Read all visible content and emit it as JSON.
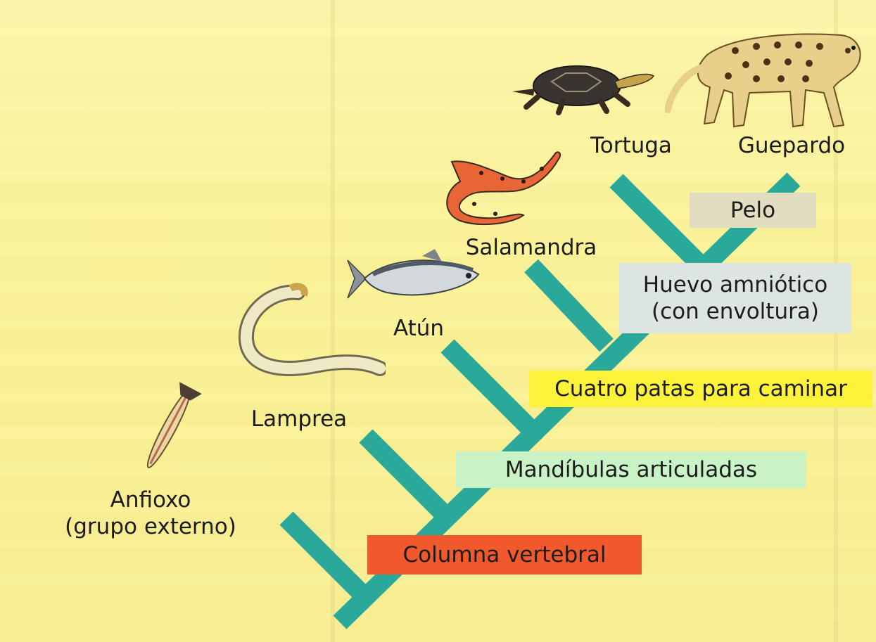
{
  "taxa": [
    {
      "id": "anfioxo",
      "name": "Anfioxo",
      "note": "(grupo externo)"
    },
    {
      "id": "lamprea",
      "name": "Lamprea"
    },
    {
      "id": "atun",
      "name": "Atún"
    },
    {
      "id": "salamandra",
      "name": "Salamandra"
    },
    {
      "id": "tortuga",
      "name": "Tortuga"
    },
    {
      "id": "guepardo",
      "name": "Guepardo"
    }
  ],
  "characters": [
    {
      "id": "columna",
      "label": "Columna vertebral",
      "color": "#f1582b"
    },
    {
      "id": "mandibulas",
      "label": "Mandíbulas articuladas",
      "color": "#c9f3c6"
    },
    {
      "id": "patas",
      "label": "Cuatro patas para caminar",
      "color": "#fdf23a"
    },
    {
      "id": "huevo",
      "label_lines": [
        "Huevo amniótico",
        "(con envoltura)"
      ],
      "color": "#dde5e2"
    },
    {
      "id": "pelo",
      "label": "Pelo",
      "color": "#e2dcc0"
    }
  ],
  "colors": {
    "background": "#fbf39a",
    "branch": "#2aa89a"
  },
  "icons": [
    "lancelet-icon",
    "lamprey-icon",
    "tuna-icon",
    "salamander-icon",
    "turtle-icon",
    "cheetah-icon"
  ]
}
